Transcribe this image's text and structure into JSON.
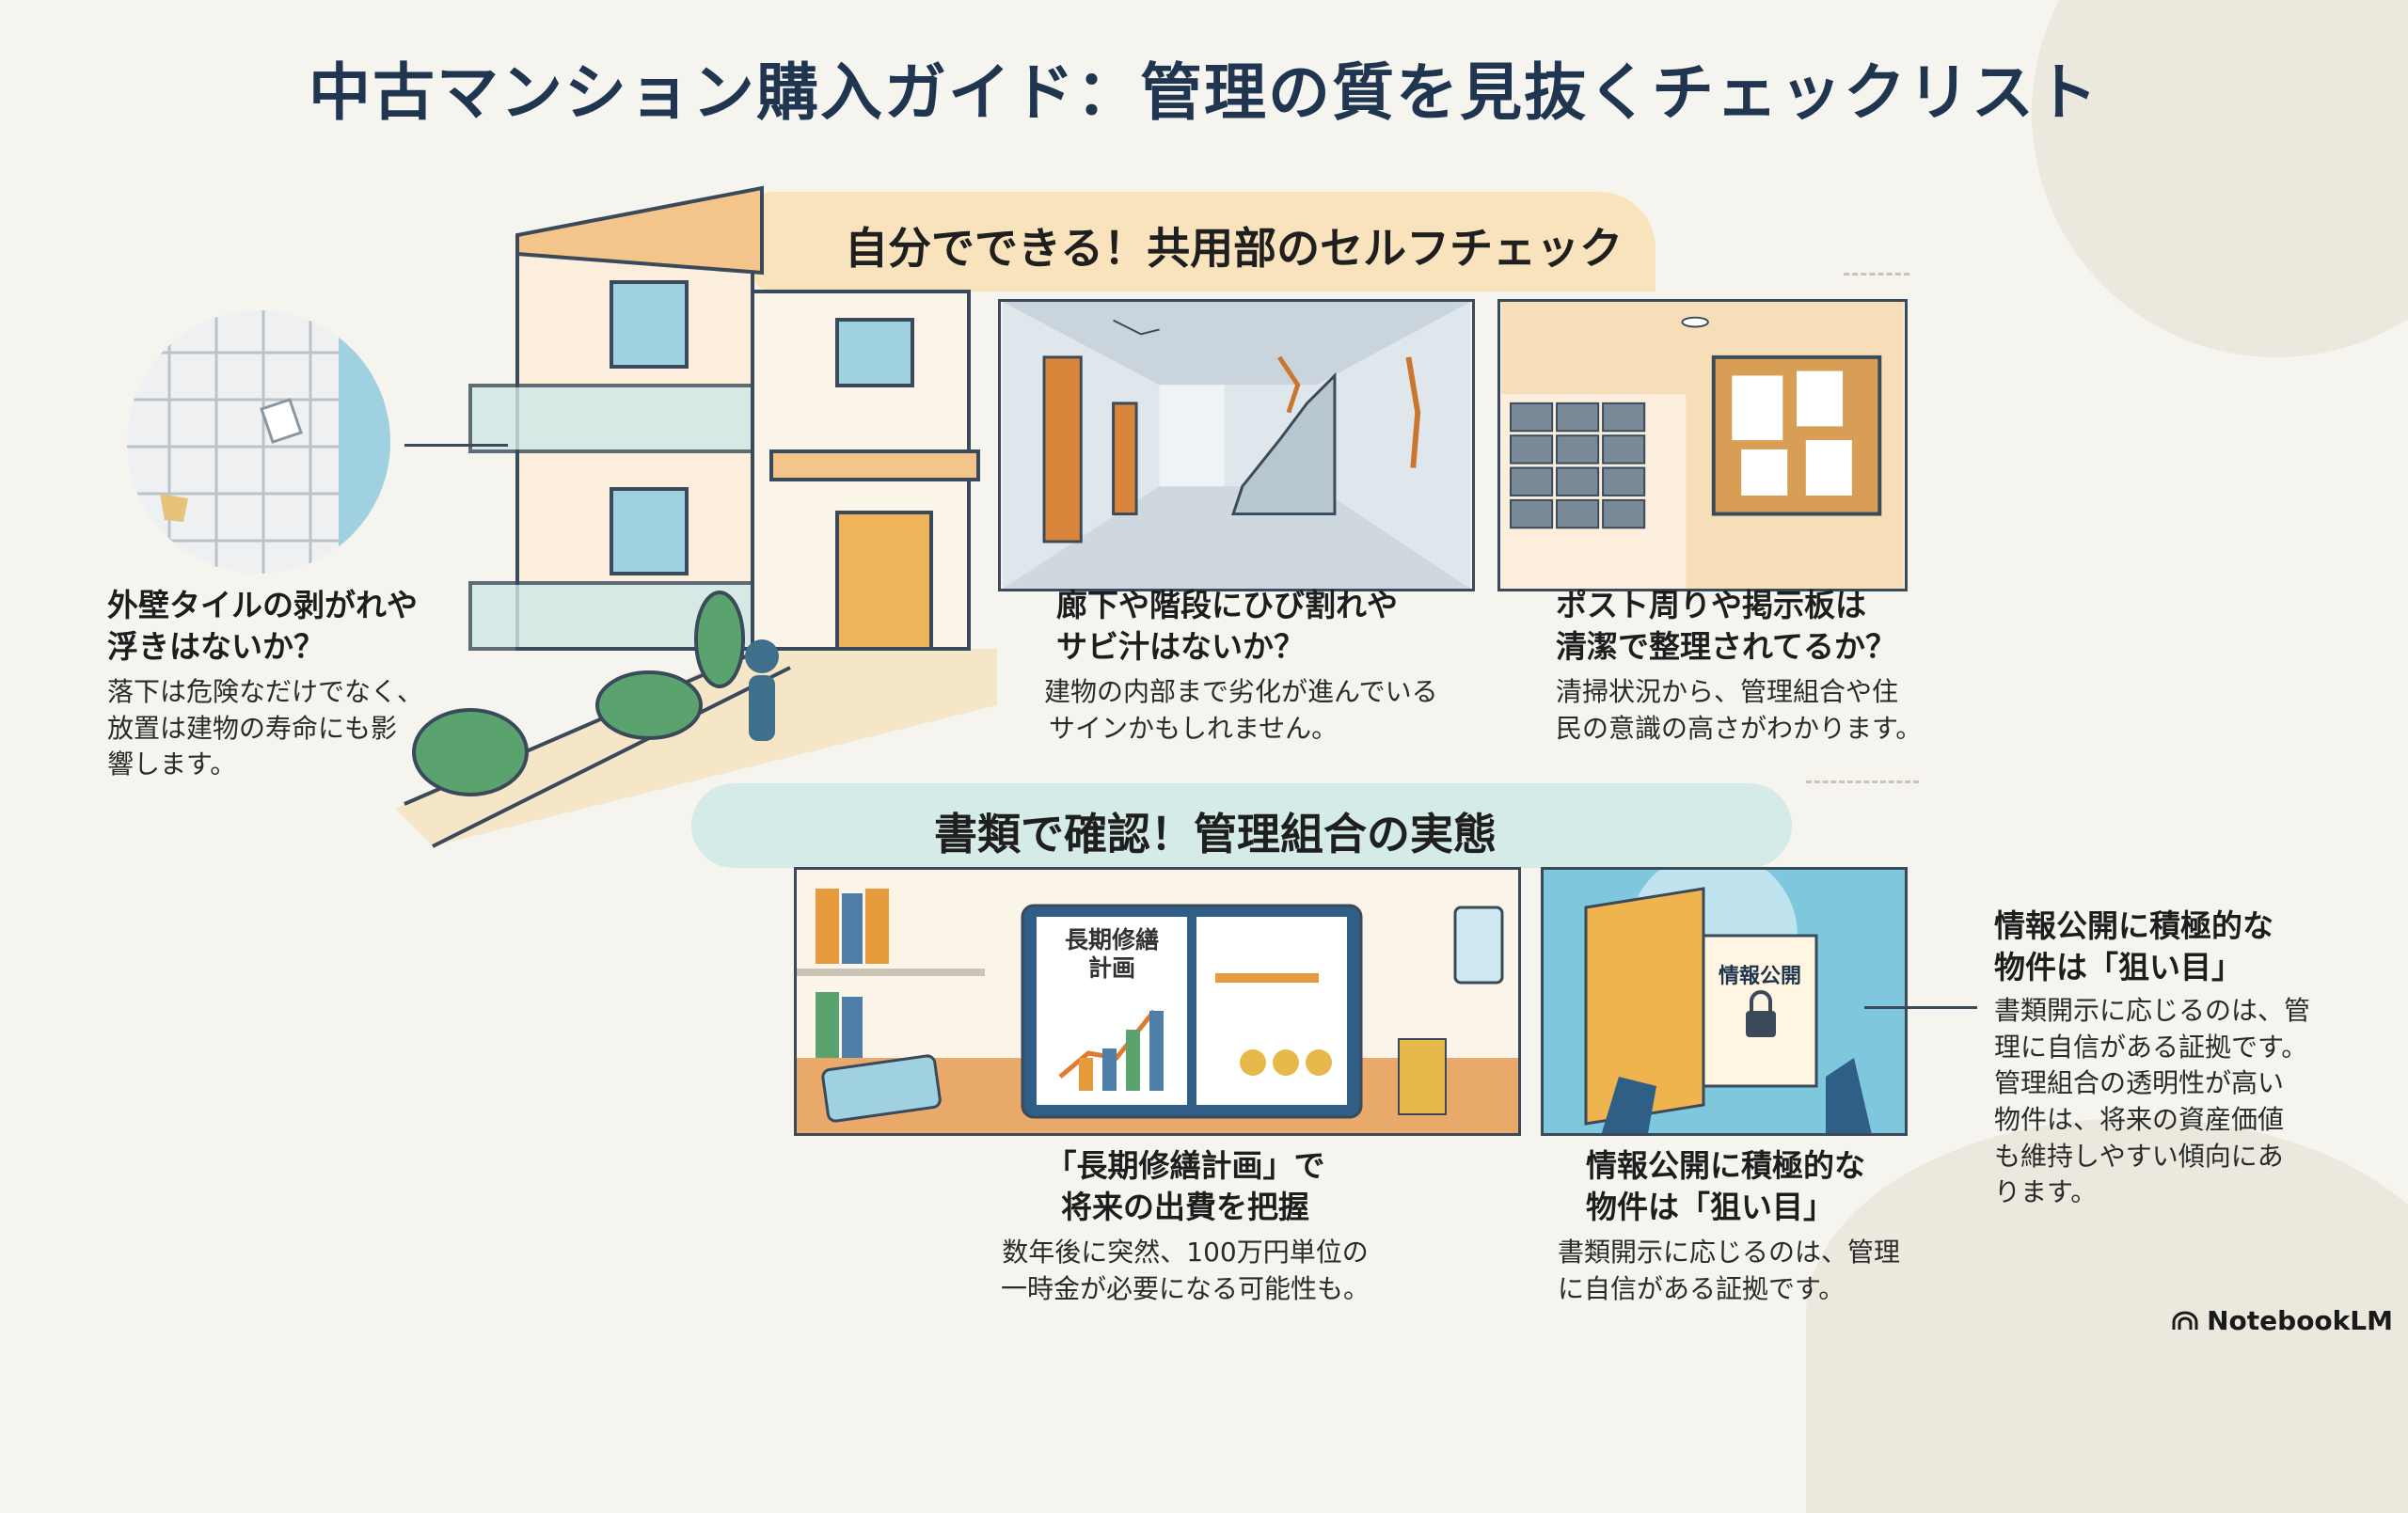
{
  "title": "中古マンション購入ガイド：管理の質を見抜くチェックリスト",
  "section1": {
    "banner": "自分でできる！共用部のセルフチェック",
    "items": [
      {
        "heading": [
          "外壁タイルの剥がれや",
          "浮きはないか？"
        ],
        "body": [
          "落下は危険なだけでなく、",
          "放置は建物の寿命にも影",
          "響します。"
        ]
      },
      {
        "heading": [
          "廊下や階段にひび割れや",
          "サビ汁はないか？"
        ],
        "body": [
          "建物の内部まで劣化が進んでいる",
          "サインかもしれません。"
        ]
      },
      {
        "heading": [
          "ポスト周りや掲示板は",
          "清潔で整理されてるか？"
        ],
        "body": [
          "清掃状況から、管理組合や住",
          "民の意識の高さがわかります。"
        ]
      }
    ]
  },
  "section2": {
    "banner": "書類で確認！管理組合の実態",
    "binder_label": [
      "長期修繕",
      "計画"
    ],
    "folder_label": "情報公開",
    "items": [
      {
        "heading": [
          "「長期修繕計画」で",
          "将来の出費を把握"
        ],
        "body": [
          "数年後に突然、100万円単位の",
          "一時金が必要になる可能性も。"
        ]
      },
      {
        "heading": [
          "情報公開に積極的な",
          "物件は「狙い目」"
        ],
        "body": [
          "書類開示に応じるのは、管理",
          "に自信がある証拠です。"
        ]
      }
    ],
    "side_note": {
      "heading": [
        "情報公開に積極的な",
        "物件は「狙い目」"
      ],
      "body": [
        "書類開示に応じるのは、管",
        "理に自信がある証拠です。",
        "管理組合の透明性が高い",
        "物件は、将来の資産価値",
        "も維持しやすい傾向にあ",
        "ります。"
      ]
    }
  },
  "brand": "NotebookLM",
  "colors": {
    "title": "#1f3550",
    "banner1": "#f8e3bd",
    "banner2": "#d4ebe8",
    "accent_orange": "#e9a94a",
    "green": "#5aa36e"
  }
}
